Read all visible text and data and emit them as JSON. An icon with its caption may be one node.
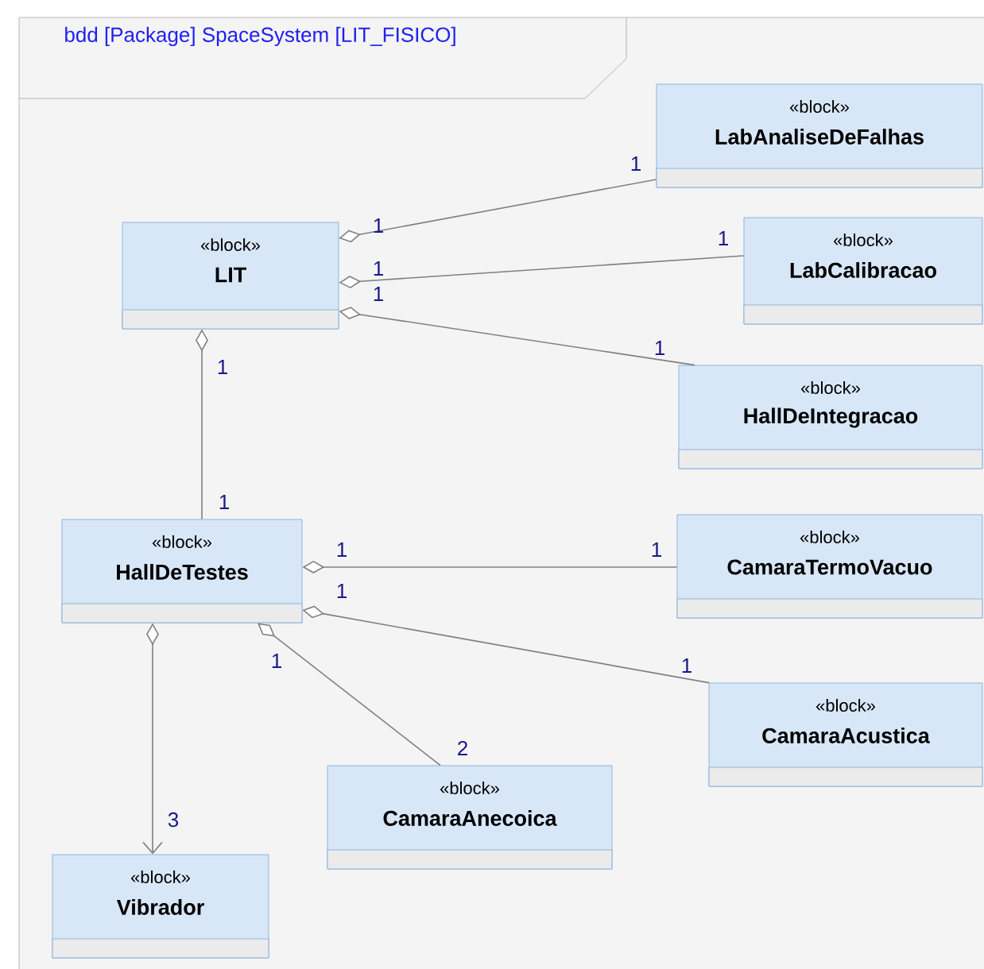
{
  "diagram": {
    "title": "bdd [Package] SpaceSystem [LIT_FISICO]",
    "nodes": [
      {
        "text": [
          "«block»",
          "LabAnaliseDeFalhas"
        ]
      },
      {
        "text": [
          "«block»",
          "LIT"
        ]
      },
      {
        "text": [
          "«block»",
          "LabCalibracao"
        ]
      },
      {
        "text": [
          "«block»",
          "HallDeIntegracao"
        ]
      },
      {
        "text": [
          "«block»",
          "HallDeTestes"
        ]
      },
      {
        "text": [
          "«block»",
          "CamaraTermoVacuo"
        ]
      },
      {
        "text": [
          "«block»",
          "CamaraAcustica"
        ]
      },
      {
        "text": [
          "«block»",
          "CamaraAnecoica"
        ]
      },
      {
        "text": [
          "«block»",
          "Vibrador"
        ]
      }
    ],
    "edges": [
      {
        "from": 1,
        "to": 0,
        "arrow": "other"
      },
      {
        "from": 1,
        "to": 2,
        "arrow": "other"
      },
      {
        "from": 1,
        "to": 3,
        "arrow": "other"
      },
      {
        "from": 1,
        "to": 4,
        "arrow": "other"
      },
      {
        "from": 4,
        "to": 5,
        "arrow": "other"
      },
      {
        "from": 4,
        "to": 6,
        "arrow": "other"
      },
      {
        "from": 4,
        "to": 7,
        "arrow": "other"
      },
      {
        "from": 4,
        "to": 8,
        "arrow": "to"
      }
    ],
    "labels": [
      "1",
      "1",
      "1",
      "1",
      "1",
      "1",
      "1",
      "1",
      "1",
      "1",
      "1",
      "1",
      "1",
      "2",
      "3"
    ]
  }
}
